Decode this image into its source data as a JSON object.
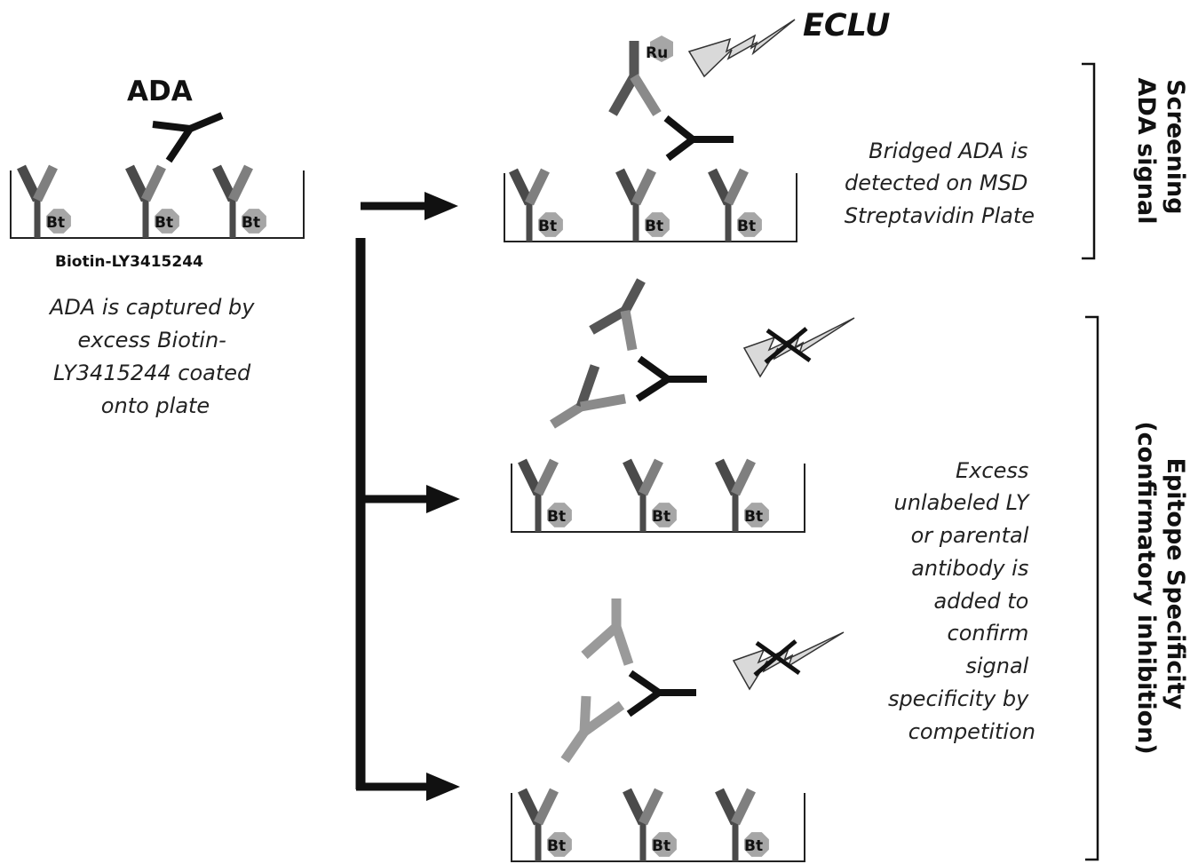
{
  "labels": {
    "ada": "ADA",
    "biotin": "Biotin-LY3415244",
    "capture_lines": [
      "ADA is captured by",
      "excess Biotin-",
      "LY3415244  coated",
      "onto plate"
    ],
    "eclu": "ECLU",
    "ru": "Ru",
    "bridged_lines": [
      "Bridged ADA is",
      "detected on MSD",
      "Streptavidin  Plate"
    ],
    "screening_lines": [
      "Screening",
      "ADA signal"
    ],
    "excess_lines": [
      "Excess",
      "unlabeled LY",
      "or parental",
      "antibody  is",
      "added to",
      "confirm",
      "signal",
      "specificity by",
      "competition"
    ],
    "epitope_lines": [
      "Epitope Specificity",
      "(confirmatory inhibition)"
    ],
    "bt": "Bt"
  },
  "colors": {
    "ink": "#111111",
    "dark_gray": "#4a4a4a",
    "mid_gray": "#7f7f7f",
    "light_gray": "#9a9a9a",
    "hexagon": "#a6a6a6",
    "flash_fill": "#d9d9d9"
  }
}
